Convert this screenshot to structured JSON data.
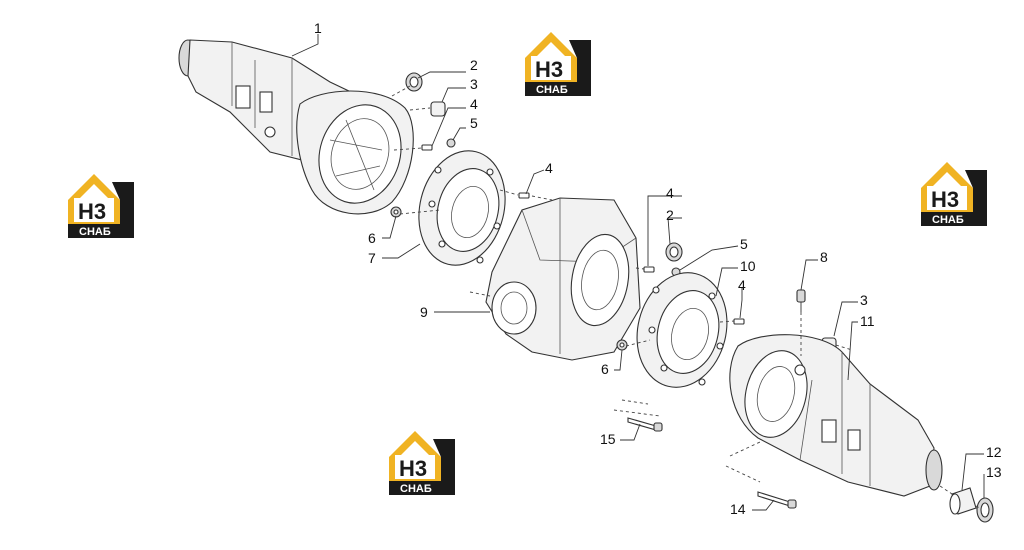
{
  "logo": {
    "main": "H3",
    "sub": "CHAБ",
    "color": "#f0b323",
    "dark": "#1a1a1a"
  },
  "labels": {
    "l1": "1",
    "l2a": "2",
    "l3a": "3",
    "l4a": "4",
    "l5a": "5",
    "l6a": "6",
    "l7": "7",
    "l4b": "4",
    "l4c": "4",
    "l2b": "2",
    "l5b": "5",
    "l10": "10",
    "l8": "8",
    "l4d": "4",
    "l3b": "3",
    "l11": "11",
    "l9": "9",
    "l6b": "6",
    "l15": "15",
    "l12": "12",
    "l13": "13",
    "l14": "14"
  }
}
